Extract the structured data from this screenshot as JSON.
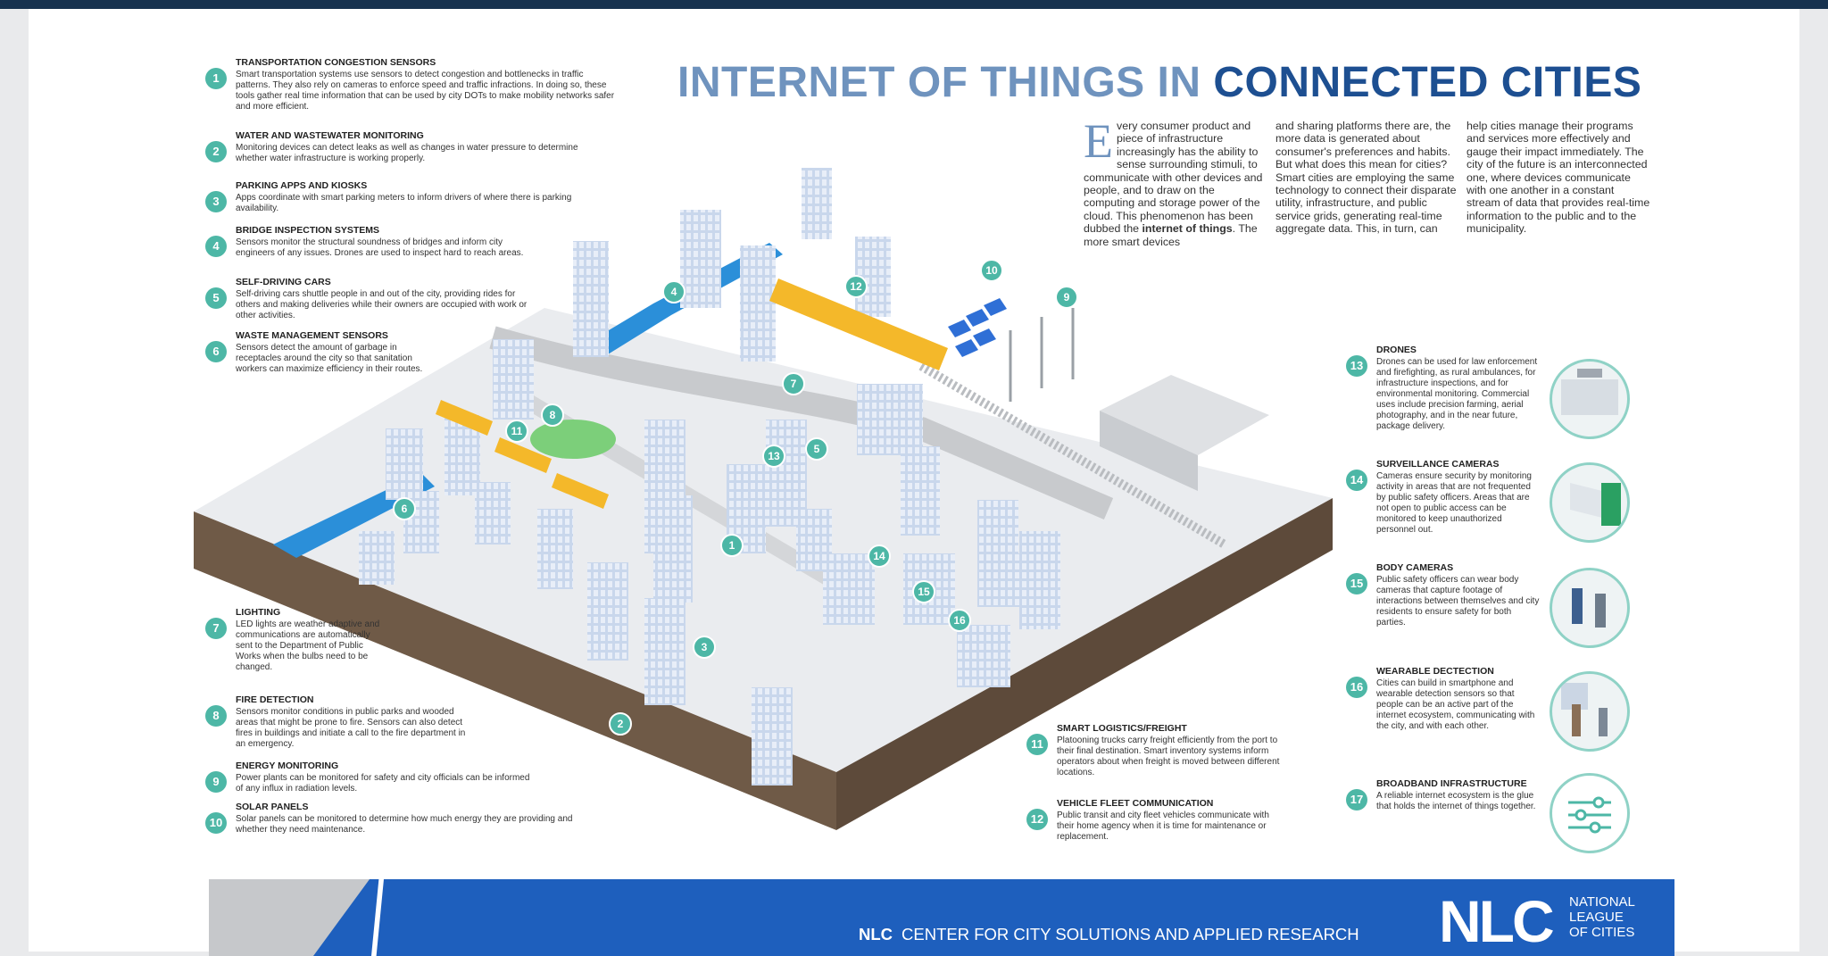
{
  "title": {
    "part1": "INTERNET OF THINGS IN",
    "part2": "CONNECTED CITIES"
  },
  "intro": {
    "dropcap": "E",
    "col1": "very consumer product and piece of infrastructure increasingly has the ability to sense surrounding stimuli, to communicate with other devices and people, and to draw on the computing and storage power of the cloud. This phenomenon has been dubbed the ",
    "col1_bold": "internet of things",
    "col1_end": ". The more smart devices",
    "col2": "and sharing platforms there are, the more data is generated about consumer's preferences and habits. But what does this mean for cities? Smart cities are employing the same technology to connect their disparate utility, infrastructure, and public service grids, generating real-time aggregate data. This, in turn, can",
    "col3": "help cities manage their programs and services more effectively and gauge their impact immediately. The city of the future is an interconnected one, where devices communicate with one another in a constant stream of data that provides real-time information to the public and to the municipality."
  },
  "left_items": [
    {
      "n": "1",
      "title": "TRANSPORTATION CONGESTION SENSORS",
      "text": "Smart transportation systems use sensors to detect congestion and bottlenecks in traffic patterns. They also rely on cameras to enforce speed and traffic infractions. In doing so, these tools gather real time information that can be used by city DOTs to make mobility networks safer and more efficient."
    },
    {
      "n": "2",
      "title": "WATER AND WASTEWATER MONITORING",
      "text": "Monitoring devices can detect leaks as well as changes in water pressure to determine whether water infrastructure is working properly."
    },
    {
      "n": "3",
      "title": "PARKING APPS AND KIOSKS",
      "text": "Apps coordinate with smart parking meters to inform drivers of where there is parking availability."
    },
    {
      "n": "4",
      "title": "BRIDGE INSPECTION SYSTEMS",
      "text": "Sensors monitor the structural soundness of bridges and inform city engineers of any issues. Drones are used to inspect hard to reach areas."
    },
    {
      "n": "5",
      "title": "SELF-DRIVING CARS",
      "text": "Self-driving cars shuttle people in and out of the city, providing rides for others and making deliveries while their owners are occupied with work or other activities."
    },
    {
      "n": "6",
      "title": "WASTE MANAGEMENT SENSORS",
      "text": "Sensors detect the amount of garbage in receptacles around the city so that sanitation workers can maximize efficiency in their routes."
    },
    {
      "n": "7",
      "title": "LIGHTING",
      "text": "LED lights are weather adaptive and communications are automatically sent to the Department of Public Works when the bulbs need to be changed."
    },
    {
      "n": "8",
      "title": "FIRE DETECTION",
      "text": "Sensors monitor conditions in public parks and wooded areas that might be prone to fire. Sensors can also detect fires in buildings and initiate a call to the fire department in an emergency."
    },
    {
      "n": "9",
      "title": "ENERGY MONITORING",
      "text": "Power plants can be monitored for safety and city officials can be informed of any influx in radiation levels."
    },
    {
      "n": "10",
      "title": "SOLAR PANELS",
      "text": "Solar panels can be monitored to determine how much energy they are providing and whether they need maintenance."
    }
  ],
  "mid_items": [
    {
      "n": "11",
      "title": "SMART LOGISTICS/FREIGHT",
      "text": "Platooning trucks carry freight efficiently from the port to their final destination. Smart inventory systems inform operators about when freight is moved between different locations."
    },
    {
      "n": "12",
      "title": "VEHICLE FLEET COMMUNICATION",
      "text": "Public transit and city fleet vehicles communicate with their home agency when it is time for maintenance or replacement."
    }
  ],
  "right_items": [
    {
      "n": "13",
      "title": "DRONES",
      "text": "Drones can be used for law enforcement and firefighting, as rural ambulances, for infrastructure inspections, and for environmental monitoring. Commercial uses include precision farming, aerial photography, and in the near future, package delivery."
    },
    {
      "n": "14",
      "title": "SURVEILLANCE CAMERAS",
      "text": "Cameras ensure security by monitoring activity in areas that are not frequented by public safety officers. Areas that are not open to public access can be monitored to keep unauthorized personnel out."
    },
    {
      "n": "15",
      "title": "BODY CAMERAS",
      "text": "Public safety officers can wear body cameras that capture footage of interactions between themselves and city residents to ensure safety for both parties."
    },
    {
      "n": "16",
      "title": "WEARABLE DECTECTION",
      "text": "Cities can build in smartphone and wearable detection sensors so that people can be an active part of the internet ecosystem, communicating with the city, and with each other."
    },
    {
      "n": "17",
      "title": "BROADBAND INFRASTRUCTURE",
      "text": "A reliable internet ecosystem is the glue that holds the internet of things together."
    }
  ],
  "map_markers": [
    "1",
    "2",
    "3",
    "4",
    "5",
    "6",
    "7",
    "8",
    "9",
    "10",
    "11",
    "12",
    "13",
    "14",
    "15",
    "16"
  ],
  "footer": {
    "org_short": "NLC",
    "center_text": "CENTER FOR CITY SOLUTIONS AND APPLIED RESEARCH",
    "logo": "NLC",
    "logo_line1": "NATIONAL",
    "logo_line2": "LEAGUE",
    "logo_line3": "OF CITIES"
  },
  "colors": {
    "accent": "#4db7a6",
    "title_light": "#6f93be",
    "title_dark": "#1d4f91",
    "footer_blue": "#1e5fbd"
  }
}
